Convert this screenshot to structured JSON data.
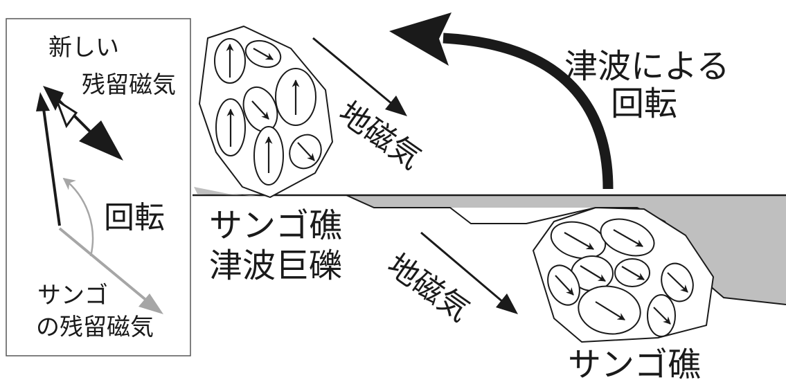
{
  "inset": {
    "new_remanence_label": [
      "新しい",
      "残留磁気"
    ],
    "rotation_label": "回転",
    "coral_remanence_label": [
      "サンゴ",
      "の残留磁気"
    ]
  },
  "tsunami_rotation_label": [
    "津波による",
    "回転"
  ],
  "geomagnetic_field_label": "地磁気",
  "boulder_label": [
    "サンゴ礁",
    "津波巨礫"
  ],
  "reef_label": "サンゴ礁",
  "colors": {
    "ink": "#1a1a1a",
    "water": "#bfbfbf",
    "old_remanence": "#a6a6a6"
  }
}
